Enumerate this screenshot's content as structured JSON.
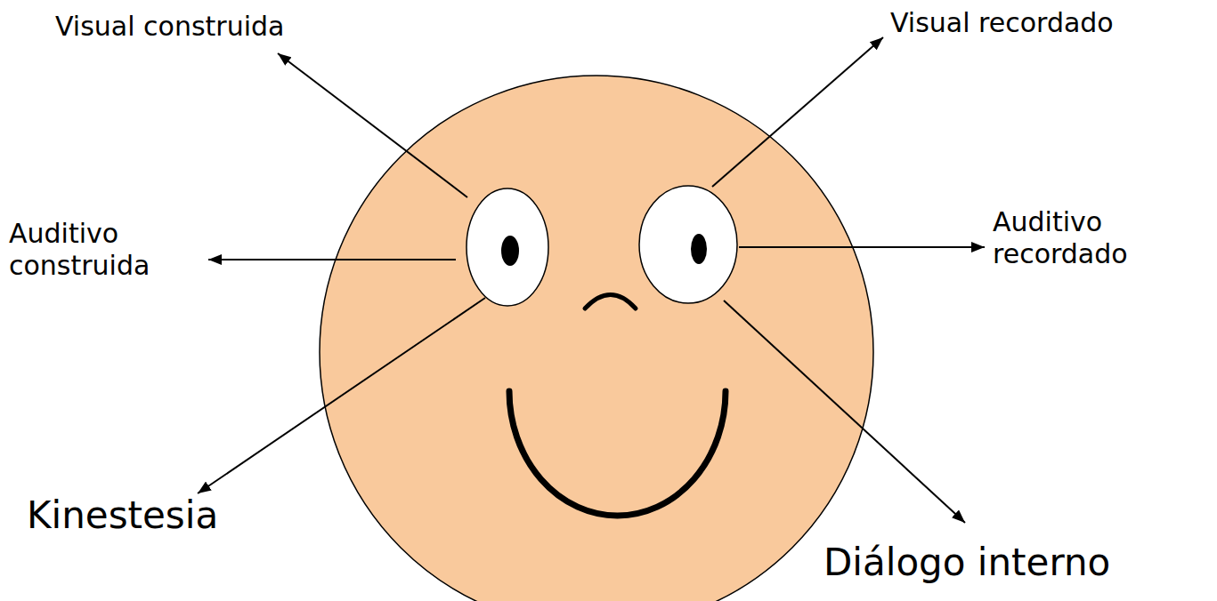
{
  "diagram": {
    "labels": [
      "Visual construida",
      "Visual recordado",
      "Auditivo construida",
      "Auditivo recordado",
      "Kinestesia",
      "Diálogo interno"
    ]
  }
}
